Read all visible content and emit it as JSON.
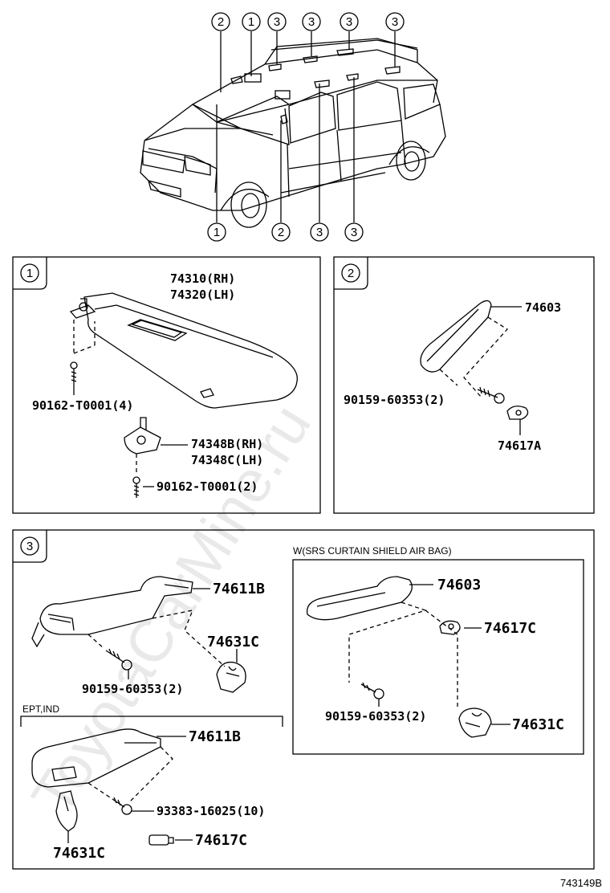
{
  "watermark": "ToyotaCarMine.ru",
  "figure_id": "743149B",
  "overview": {
    "callouts_top": [
      "2",
      "1",
      "3",
      "3",
      "3",
      "3"
    ],
    "callouts_bottom": [
      "1",
      "2",
      "3",
      "3"
    ]
  },
  "section1": {
    "id": "1",
    "parts": [
      "74310(RH)",
      "74320(LH)",
      "90162-T0001(4)",
      "74348B(RH)",
      "74348C(LH)",
      "90162-T0001(2)"
    ]
  },
  "section2": {
    "id": "2",
    "parts": [
      "74603",
      "90159-60353(2)",
      "74617A"
    ]
  },
  "section3": {
    "id": "3",
    "parts": [
      "74611B",
      "74631C",
      "90159-60353(2)"
    ],
    "ept_label": "EPT,IND",
    "ept_parts": [
      "74611B",
      "93383-16025(10)",
      "74631C",
      "74617C"
    ],
    "srs_label": "W(SRS CURTAIN SHIELD AIR BAG)",
    "srs_parts": [
      "74603",
      "74617C",
      "90159-60353(2)",
      "74631C"
    ]
  }
}
